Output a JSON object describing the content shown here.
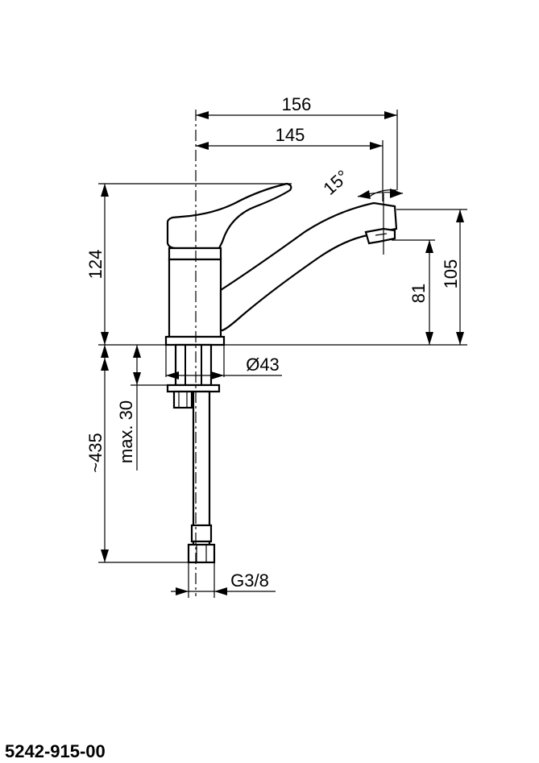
{
  "drawing": {
    "dimensions": {
      "total_length": "156",
      "spout_length": "145",
      "spout_angle": "15°",
      "body_height": "124",
      "spout_height_outer": "105",
      "spout_height_inner": "81",
      "base_diameter": "Ø43",
      "max_thickness": "max. 30",
      "hose_length": "~435",
      "thread": "G3/8"
    },
    "part_number": "5242-915-00"
  }
}
